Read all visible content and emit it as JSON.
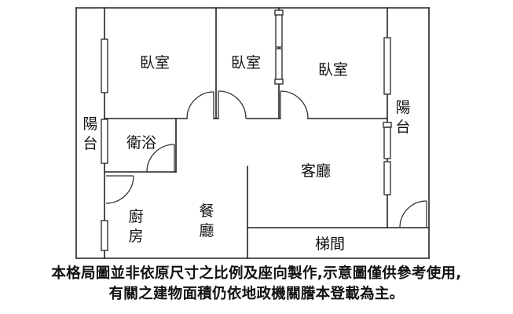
{
  "floorplan": {
    "rooms": {
      "bedroom_1": "臥室",
      "bedroom_2": "臥室",
      "bedroom_3": "臥室",
      "balcony_left": "陽台",
      "balcony_right": "陽台",
      "bathroom": "衛浴",
      "living_room": "客廳",
      "kitchen": "廚房",
      "dining": "餐廳",
      "stairwell": "梯間"
    },
    "colors": {
      "wall": "#222222",
      "window": "#333333",
      "background": "#ffffff"
    }
  },
  "disclaimer": {
    "line1": "本格局圖並非依原尺寸之比例及座向製作,示意圖僅供參考使用,",
    "line2": "有關之建物面積仍依地政機關謄本登載為主。"
  }
}
